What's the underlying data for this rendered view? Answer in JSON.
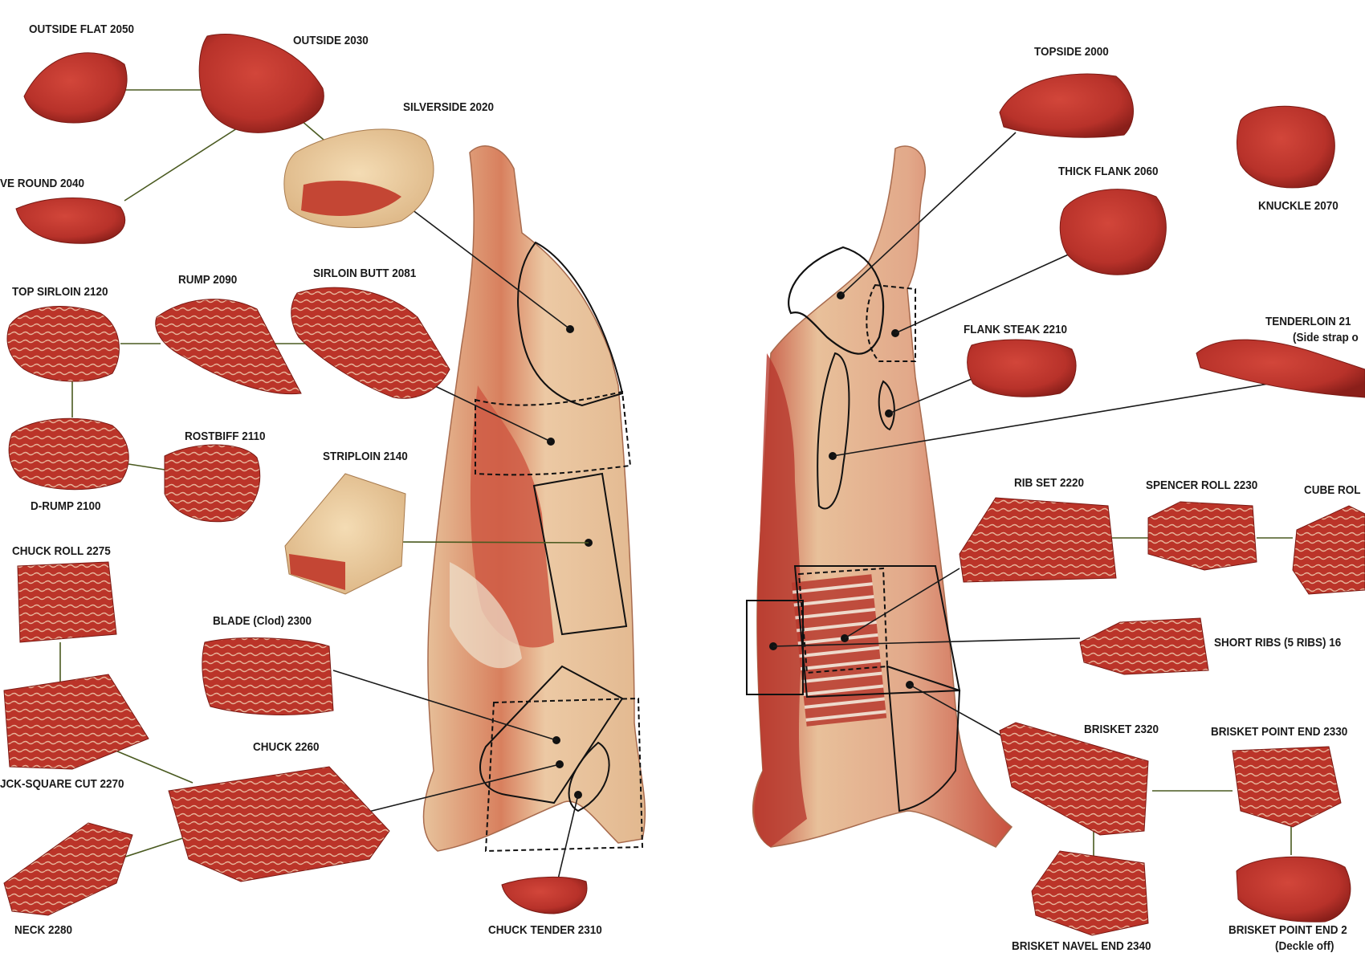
{
  "labels": {
    "outside_flat": "OUTSIDE FLAT 2050",
    "outside": "OUTSIDE 2030",
    "silverside": "SILVERSIDE 2020",
    "eye_round": "VE ROUND 2040",
    "top_sirloin": "TOP SIRLOIN 2120",
    "rump": "RUMP 2090",
    "sirloin_butt": "SIRLOIN BUTT 2081",
    "rostbiff": "ROSTBIFF 2110",
    "d_rump": "D-RUMP 2100",
    "striploin": "STRIPLOIN 2140",
    "chuck_roll": "CHUCK ROLL 2275",
    "blade": "BLADE (Clod) 2300",
    "chuck": "CHUCK 2260",
    "chuck_square_cut": "JCK-SQUARE CUT 2270",
    "neck": "NECK 2280",
    "chuck_tender": "CHUCK TENDER 2310",
    "topside": "TOPSIDE 2000",
    "thick_flank": "THICK FLANK 2060",
    "knuckle": "KNUCKLE 2070",
    "flank_steak": "FLANK STEAK 2210",
    "tenderloin": "TENDERLOIN 21",
    "tenderloin_note": "(Side strap o",
    "rib_set": "RIB SET 2220",
    "spencer_roll": "SPENCER ROLL 2230",
    "cube_roll": "CUBE ROL",
    "short_ribs": "SHORT RIBS (5 RIBS) 16",
    "brisket": "BRISKET 2320",
    "brisket_point_end": "BRISKET POINT END 2330",
    "brisket_navel_end": "BRISKET NAVEL END 2340",
    "brisket_point_end_2": "BRISKET POINT END 2",
    "deckle_off": "(Deckle off)"
  },
  "colors": {
    "meat": "#b8322a",
    "meat_dark": "#8a1f1a",
    "fat": "#ecd1a6",
    "carcass_fat": "#e8c4a0",
    "carcass_red": "#c8503e",
    "leader_line": "#1a1a1a",
    "connector": "#4a5a20"
  }
}
